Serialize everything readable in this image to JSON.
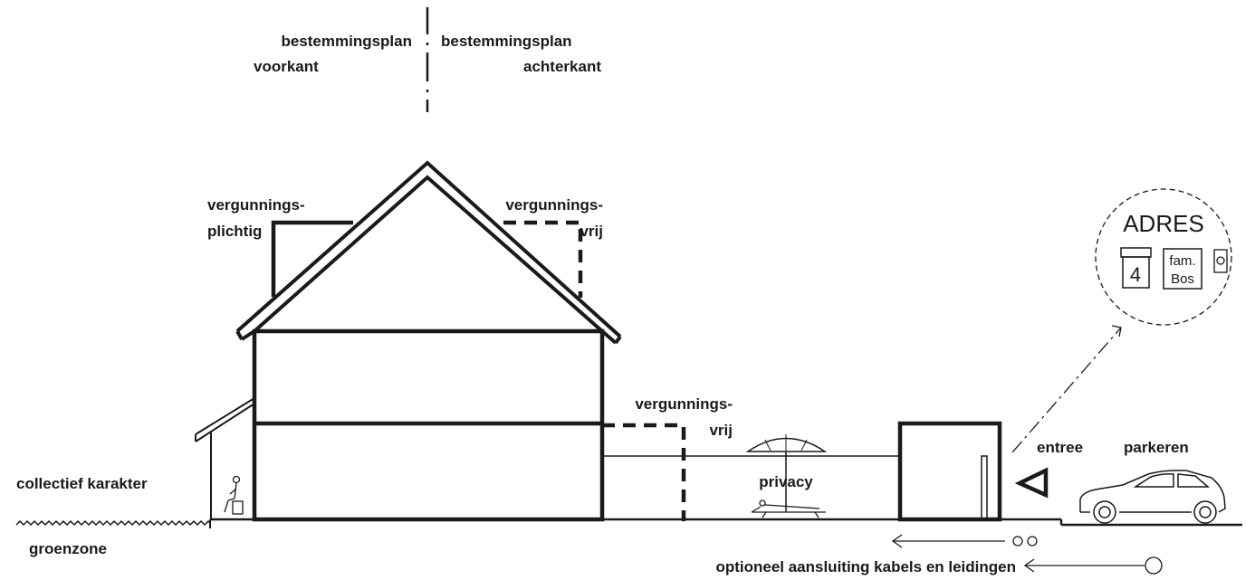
{
  "labels": {
    "plan_front_1": "bestemmingsplan",
    "plan_front_2": "voorkant",
    "plan_back_1": "bestemmingsplan",
    "plan_back_2": "achterkant",
    "permit_required_1": "vergunnings-",
    "permit_required_2": "plichtig",
    "permit_free_roof_1": "vergunnings-",
    "permit_free_roof_2": "vrij",
    "permit_free_annex_1": "vergunnings-",
    "permit_free_annex_2": "vrij",
    "collective": "collectief karakter",
    "green_zone": "groenzone",
    "privacy": "privacy",
    "entrance": "entree",
    "parking": "parkeren",
    "utilities": "optioneel aansluiting kabels en leidingen"
  },
  "address_detail": {
    "title": "ADRES",
    "house_number": "4",
    "name_line_1": "fam.",
    "name_line_2": "Bos"
  },
  "colors": {
    "line": "#1a1a1a",
    "background": "#ffffff"
  }
}
